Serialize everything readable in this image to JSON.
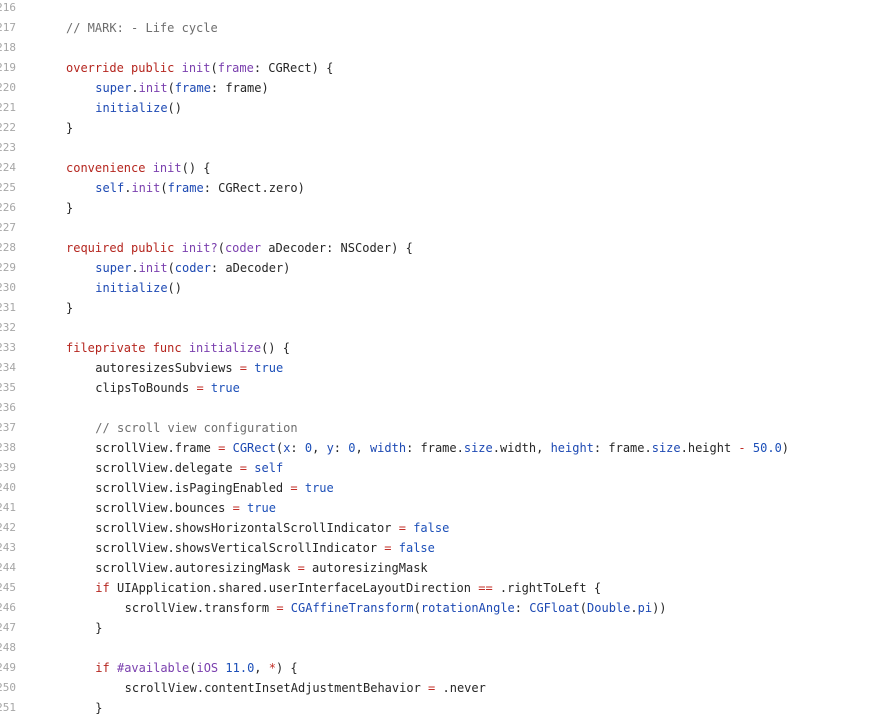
{
  "editor": {
    "lines": [
      {
        "num": "216",
        "indent": 0,
        "tokens": []
      },
      {
        "num": "217",
        "indent": 0,
        "tokens": [
          {
            "t": "// MARK: - Life cycle",
            "c": "comment"
          }
        ]
      },
      {
        "num": "218",
        "indent": 0,
        "tokens": []
      },
      {
        "num": "219",
        "indent": 0,
        "tokens": [
          {
            "t": "override public ",
            "c": "keyword"
          },
          {
            "t": "init",
            "c": "purple"
          },
          {
            "t": "(",
            "c": "plain"
          },
          {
            "t": "frame",
            "c": "purple"
          },
          {
            "t": ": CGRect) {",
            "c": "plain"
          }
        ]
      },
      {
        "num": "220",
        "indent": 1,
        "tokens": [
          {
            "t": "super",
            "c": "call"
          },
          {
            "t": ".",
            "c": "plain"
          },
          {
            "t": "init",
            "c": "purple"
          },
          {
            "t": "(",
            "c": "plain"
          },
          {
            "t": "frame",
            "c": "call"
          },
          {
            "t": ": frame)",
            "c": "plain"
          }
        ]
      },
      {
        "num": "221",
        "indent": 1,
        "tokens": [
          {
            "t": "initialize",
            "c": "call"
          },
          {
            "t": "()",
            "c": "plain"
          }
        ]
      },
      {
        "num": "222",
        "indent": 0,
        "tokens": [
          {
            "t": "}",
            "c": "plain"
          }
        ]
      },
      {
        "num": "223",
        "indent": 0,
        "tokens": []
      },
      {
        "num": "224",
        "indent": 0,
        "tokens": [
          {
            "t": "convenience ",
            "c": "keyword"
          },
          {
            "t": "init",
            "c": "purple"
          },
          {
            "t": "() {",
            "c": "plain"
          }
        ]
      },
      {
        "num": "225",
        "indent": 1,
        "tokens": [
          {
            "t": "self",
            "c": "call"
          },
          {
            "t": ".",
            "c": "plain"
          },
          {
            "t": "init",
            "c": "purple"
          },
          {
            "t": "(",
            "c": "plain"
          },
          {
            "t": "frame",
            "c": "call"
          },
          {
            "t": ": CGRect.zero)",
            "c": "plain"
          }
        ]
      },
      {
        "num": "226",
        "indent": 0,
        "tokens": [
          {
            "t": "}",
            "c": "plain"
          }
        ]
      },
      {
        "num": "227",
        "indent": 0,
        "tokens": []
      },
      {
        "num": "228",
        "indent": 0,
        "tokens": [
          {
            "t": "required public ",
            "c": "keyword"
          },
          {
            "t": "init?",
            "c": "purple"
          },
          {
            "t": "(",
            "c": "plain"
          },
          {
            "t": "coder",
            "c": "purple"
          },
          {
            "t": " aDecoder: NSCoder) {",
            "c": "plain"
          }
        ]
      },
      {
        "num": "229",
        "indent": 1,
        "tokens": [
          {
            "t": "super",
            "c": "call"
          },
          {
            "t": ".",
            "c": "plain"
          },
          {
            "t": "init",
            "c": "purple"
          },
          {
            "t": "(",
            "c": "plain"
          },
          {
            "t": "coder",
            "c": "call"
          },
          {
            "t": ": aDecoder)",
            "c": "plain"
          }
        ]
      },
      {
        "num": "230",
        "indent": 1,
        "tokens": [
          {
            "t": "initialize",
            "c": "call"
          },
          {
            "t": "()",
            "c": "plain"
          }
        ]
      },
      {
        "num": "231",
        "indent": 0,
        "tokens": [
          {
            "t": "}",
            "c": "plain"
          }
        ]
      },
      {
        "num": "232",
        "indent": 0,
        "tokens": []
      },
      {
        "num": "233",
        "indent": 0,
        "tokens": [
          {
            "t": "fileprivate func ",
            "c": "keyword"
          },
          {
            "t": "initialize",
            "c": "purple"
          },
          {
            "t": "() {",
            "c": "plain"
          }
        ]
      },
      {
        "num": "234",
        "indent": 1,
        "tokens": [
          {
            "t": "autoresizesSubviews ",
            "c": "plain"
          },
          {
            "t": "=",
            "c": "operator"
          },
          {
            "t": " ",
            "c": "plain"
          },
          {
            "t": "true",
            "c": "number"
          }
        ]
      },
      {
        "num": "235",
        "indent": 1,
        "tokens": [
          {
            "t": "clipsToBounds ",
            "c": "plain"
          },
          {
            "t": "=",
            "c": "operator"
          },
          {
            "t": " ",
            "c": "plain"
          },
          {
            "t": "true",
            "c": "number"
          }
        ]
      },
      {
        "num": "236",
        "indent": 0,
        "tokens": []
      },
      {
        "num": "237",
        "indent": 1,
        "tokens": [
          {
            "t": "// scroll view configuration",
            "c": "comment"
          }
        ]
      },
      {
        "num": "238",
        "indent": 1,
        "tokens": [
          {
            "t": "scrollView.frame ",
            "c": "plain"
          },
          {
            "t": "=",
            "c": "operator"
          },
          {
            "t": " ",
            "c": "plain"
          },
          {
            "t": "CGRect",
            "c": "call"
          },
          {
            "t": "(",
            "c": "plain"
          },
          {
            "t": "x",
            "c": "call"
          },
          {
            "t": ": ",
            "c": "plain"
          },
          {
            "t": "0",
            "c": "number"
          },
          {
            "t": ", ",
            "c": "plain"
          },
          {
            "t": "y",
            "c": "call"
          },
          {
            "t": ": ",
            "c": "plain"
          },
          {
            "t": "0",
            "c": "number"
          },
          {
            "t": ", ",
            "c": "plain"
          },
          {
            "t": "width",
            "c": "call"
          },
          {
            "t": ": frame.",
            "c": "plain"
          },
          {
            "t": "size",
            "c": "call"
          },
          {
            "t": ".width, ",
            "c": "plain"
          },
          {
            "t": "height",
            "c": "call"
          },
          {
            "t": ": frame.",
            "c": "plain"
          },
          {
            "t": "size",
            "c": "call"
          },
          {
            "t": ".height ",
            "c": "plain"
          },
          {
            "t": "-",
            "c": "operator"
          },
          {
            "t": " ",
            "c": "plain"
          },
          {
            "t": "50.0",
            "c": "number"
          },
          {
            "t": ")",
            "c": "plain"
          }
        ]
      },
      {
        "num": "239",
        "indent": 1,
        "tokens": [
          {
            "t": "scrollView.delegate ",
            "c": "plain"
          },
          {
            "t": "=",
            "c": "operator"
          },
          {
            "t": " ",
            "c": "plain"
          },
          {
            "t": "self",
            "c": "call"
          }
        ]
      },
      {
        "num": "240",
        "indent": 1,
        "tokens": [
          {
            "t": "scrollView.isPagingEnabled ",
            "c": "plain"
          },
          {
            "t": "=",
            "c": "operator"
          },
          {
            "t": " ",
            "c": "plain"
          },
          {
            "t": "true",
            "c": "number"
          }
        ]
      },
      {
        "num": "241",
        "indent": 1,
        "tokens": [
          {
            "t": "scrollView.bounces ",
            "c": "plain"
          },
          {
            "t": "=",
            "c": "operator"
          },
          {
            "t": " ",
            "c": "plain"
          },
          {
            "t": "true",
            "c": "number"
          }
        ]
      },
      {
        "num": "242",
        "indent": 1,
        "tokens": [
          {
            "t": "scrollView.showsHorizontalScrollIndicator ",
            "c": "plain"
          },
          {
            "t": "=",
            "c": "operator"
          },
          {
            "t": " ",
            "c": "plain"
          },
          {
            "t": "false",
            "c": "number"
          }
        ]
      },
      {
        "num": "243",
        "indent": 1,
        "tokens": [
          {
            "t": "scrollView.showsVerticalScrollIndicator ",
            "c": "plain"
          },
          {
            "t": "=",
            "c": "operator"
          },
          {
            "t": " ",
            "c": "plain"
          },
          {
            "t": "false",
            "c": "number"
          }
        ]
      },
      {
        "num": "244",
        "indent": 1,
        "tokens": [
          {
            "t": "scrollView.autoresizingMask ",
            "c": "plain"
          },
          {
            "t": "=",
            "c": "operator"
          },
          {
            "t": " autoresizingMask",
            "c": "plain"
          }
        ]
      },
      {
        "num": "245",
        "indent": 1,
        "tokens": [
          {
            "t": "if ",
            "c": "keyword"
          },
          {
            "t": "UIApplication.shared.userInterfaceLayoutDirection ",
            "c": "plain"
          },
          {
            "t": "==",
            "c": "operator"
          },
          {
            "t": " .rightToLeft {",
            "c": "plain"
          }
        ]
      },
      {
        "num": "246",
        "indent": 2,
        "tokens": [
          {
            "t": "scrollView.transform ",
            "c": "plain"
          },
          {
            "t": "=",
            "c": "operator"
          },
          {
            "t": " ",
            "c": "plain"
          },
          {
            "t": "CGAffineTransform",
            "c": "call"
          },
          {
            "t": "(",
            "c": "plain"
          },
          {
            "t": "rotationAngle",
            "c": "call"
          },
          {
            "t": ": ",
            "c": "plain"
          },
          {
            "t": "CGFloat",
            "c": "call"
          },
          {
            "t": "(",
            "c": "plain"
          },
          {
            "t": "Double",
            "c": "call"
          },
          {
            "t": ".",
            "c": "plain"
          },
          {
            "t": "pi",
            "c": "call"
          },
          {
            "t": "))",
            "c": "plain"
          }
        ]
      },
      {
        "num": "247",
        "indent": 1,
        "tokens": [
          {
            "t": "}",
            "c": "plain"
          }
        ]
      },
      {
        "num": "248",
        "indent": 0,
        "tokens": []
      },
      {
        "num": "249",
        "indent": 1,
        "tokens": [
          {
            "t": "if ",
            "c": "keyword"
          },
          {
            "t": "#available",
            "c": "purple"
          },
          {
            "t": "(",
            "c": "plain"
          },
          {
            "t": "iOS",
            "c": "purple"
          },
          {
            "t": " ",
            "c": "plain"
          },
          {
            "t": "11.0",
            "c": "number"
          },
          {
            "t": ", ",
            "c": "plain"
          },
          {
            "t": "*",
            "c": "operator"
          },
          {
            "t": ") {",
            "c": "plain"
          }
        ]
      },
      {
        "num": "250",
        "indent": 2,
        "tokens": [
          {
            "t": "scrollView.contentInsetAdjustmentBehavior ",
            "c": "plain"
          },
          {
            "t": "=",
            "c": "operator"
          },
          {
            "t": " .never",
            "c": "plain"
          }
        ]
      },
      {
        "num": "251",
        "indent": 1,
        "tokens": [
          {
            "t": "}",
            "c": "plain"
          }
        ]
      }
    ]
  }
}
